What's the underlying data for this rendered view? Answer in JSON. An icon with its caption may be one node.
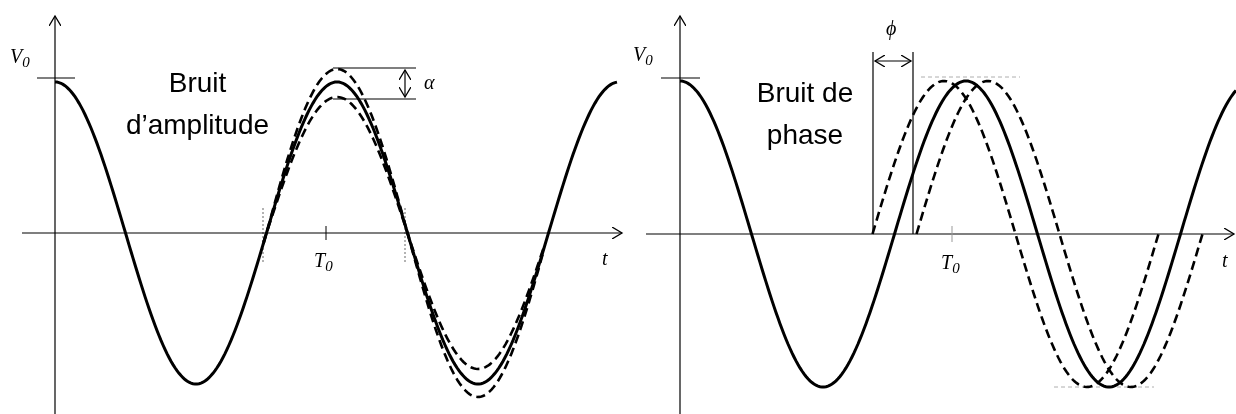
{
  "diagram": {
    "labels": [
      "V$_{0}$",
      "Bruit d’amplitude",
      "α",
      "T$_{0}$",
      "t",
      "V$_{0}$",
      "ϕ",
      "Bruit de phase",
      "T$_{0}$",
      "t"
    ]
  }
}
